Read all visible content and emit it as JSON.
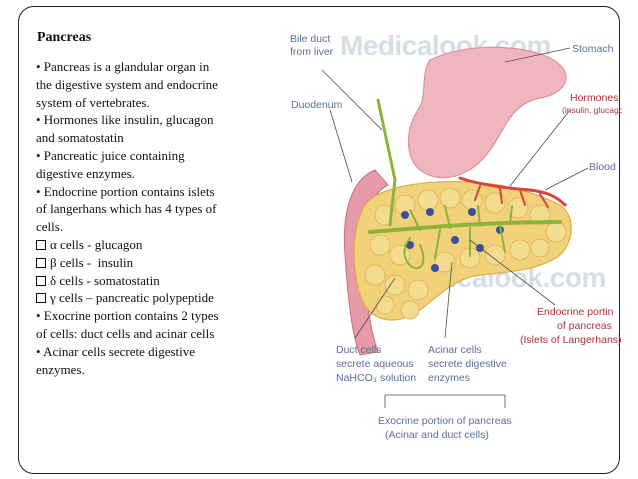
{
  "slide": {
    "title": "Pancreas",
    "bullets": [
      {
        "kind": "dot",
        "lines": [
          "• Pancreas is a glandular organ in",
          "the digestive system and endocrine",
          "system of vertebrates."
        ]
      },
      {
        "kind": "dot",
        "lines": [
          "• Hormones like insulin, glucagon",
          "and somatostatin"
        ]
      },
      {
        "kind": "dot",
        "lines": [
          "• Pancreatic juice containing",
          "digestive enzymes."
        ]
      },
      {
        "kind": "dot",
        "lines": [
          "• Endocrine portion contains islets",
          "of langerhans which has 4 types of",
          "cells."
        ]
      },
      {
        "kind": "box",
        "lines": [
          "α cells - glucagon"
        ]
      },
      {
        "kind": "box",
        "lines": [
          "β cells -  insulin"
        ]
      },
      {
        "kind": "box",
        "lines": [
          "δ cells - somatostatin"
        ]
      },
      {
        "kind": "box",
        "lines": [
          "γ cells – pancreatic polypeptide"
        ]
      },
      {
        "kind": "dot",
        "lines": [
          "• Exocrine portion contains 2 types",
          "of cells: duct cells and acinar cells"
        ]
      },
      {
        "kind": "dot",
        "lines": [
          "• Acinar cells secrete digestive",
          "enzymes."
        ]
      }
    ]
  },
  "diagram": {
    "watermark": "Medicalook.com",
    "labels": {
      "bile_duct_1": "Bile duct",
      "bile_duct_2": "from liver",
      "duodenum": "Duodenum",
      "stomach": "Stomach",
      "hormones_1": "Hormones",
      "hormones_2": "(insulin, glucagon)",
      "blood": "Blood",
      "endocrine_1": "Endocrine portin",
      "endocrine_2": "of pancreas",
      "endocrine_3": "(Islets of Langerhans)",
      "duct_cells_1": "Duct cells",
      "duct_cells_2": "secrete aqueous",
      "duct_cells_3": "NaHCO₃ solution",
      "acinar_1": "Acinar cells",
      "acinar_2": "secrete digestive",
      "acinar_3": "enzymes",
      "exocrine_1": "Exocrine portion of pancreas",
      "exocrine_2": "(Acinar and duct cells)"
    },
    "colors": {
      "stomach": "#f0b6bd",
      "pancreas": "#f1d27a",
      "duct": "#8db33a",
      "vessel": "#d8453a",
      "label": "#5a6f9a",
      "endocrine_label": "#b0303a"
    }
  }
}
